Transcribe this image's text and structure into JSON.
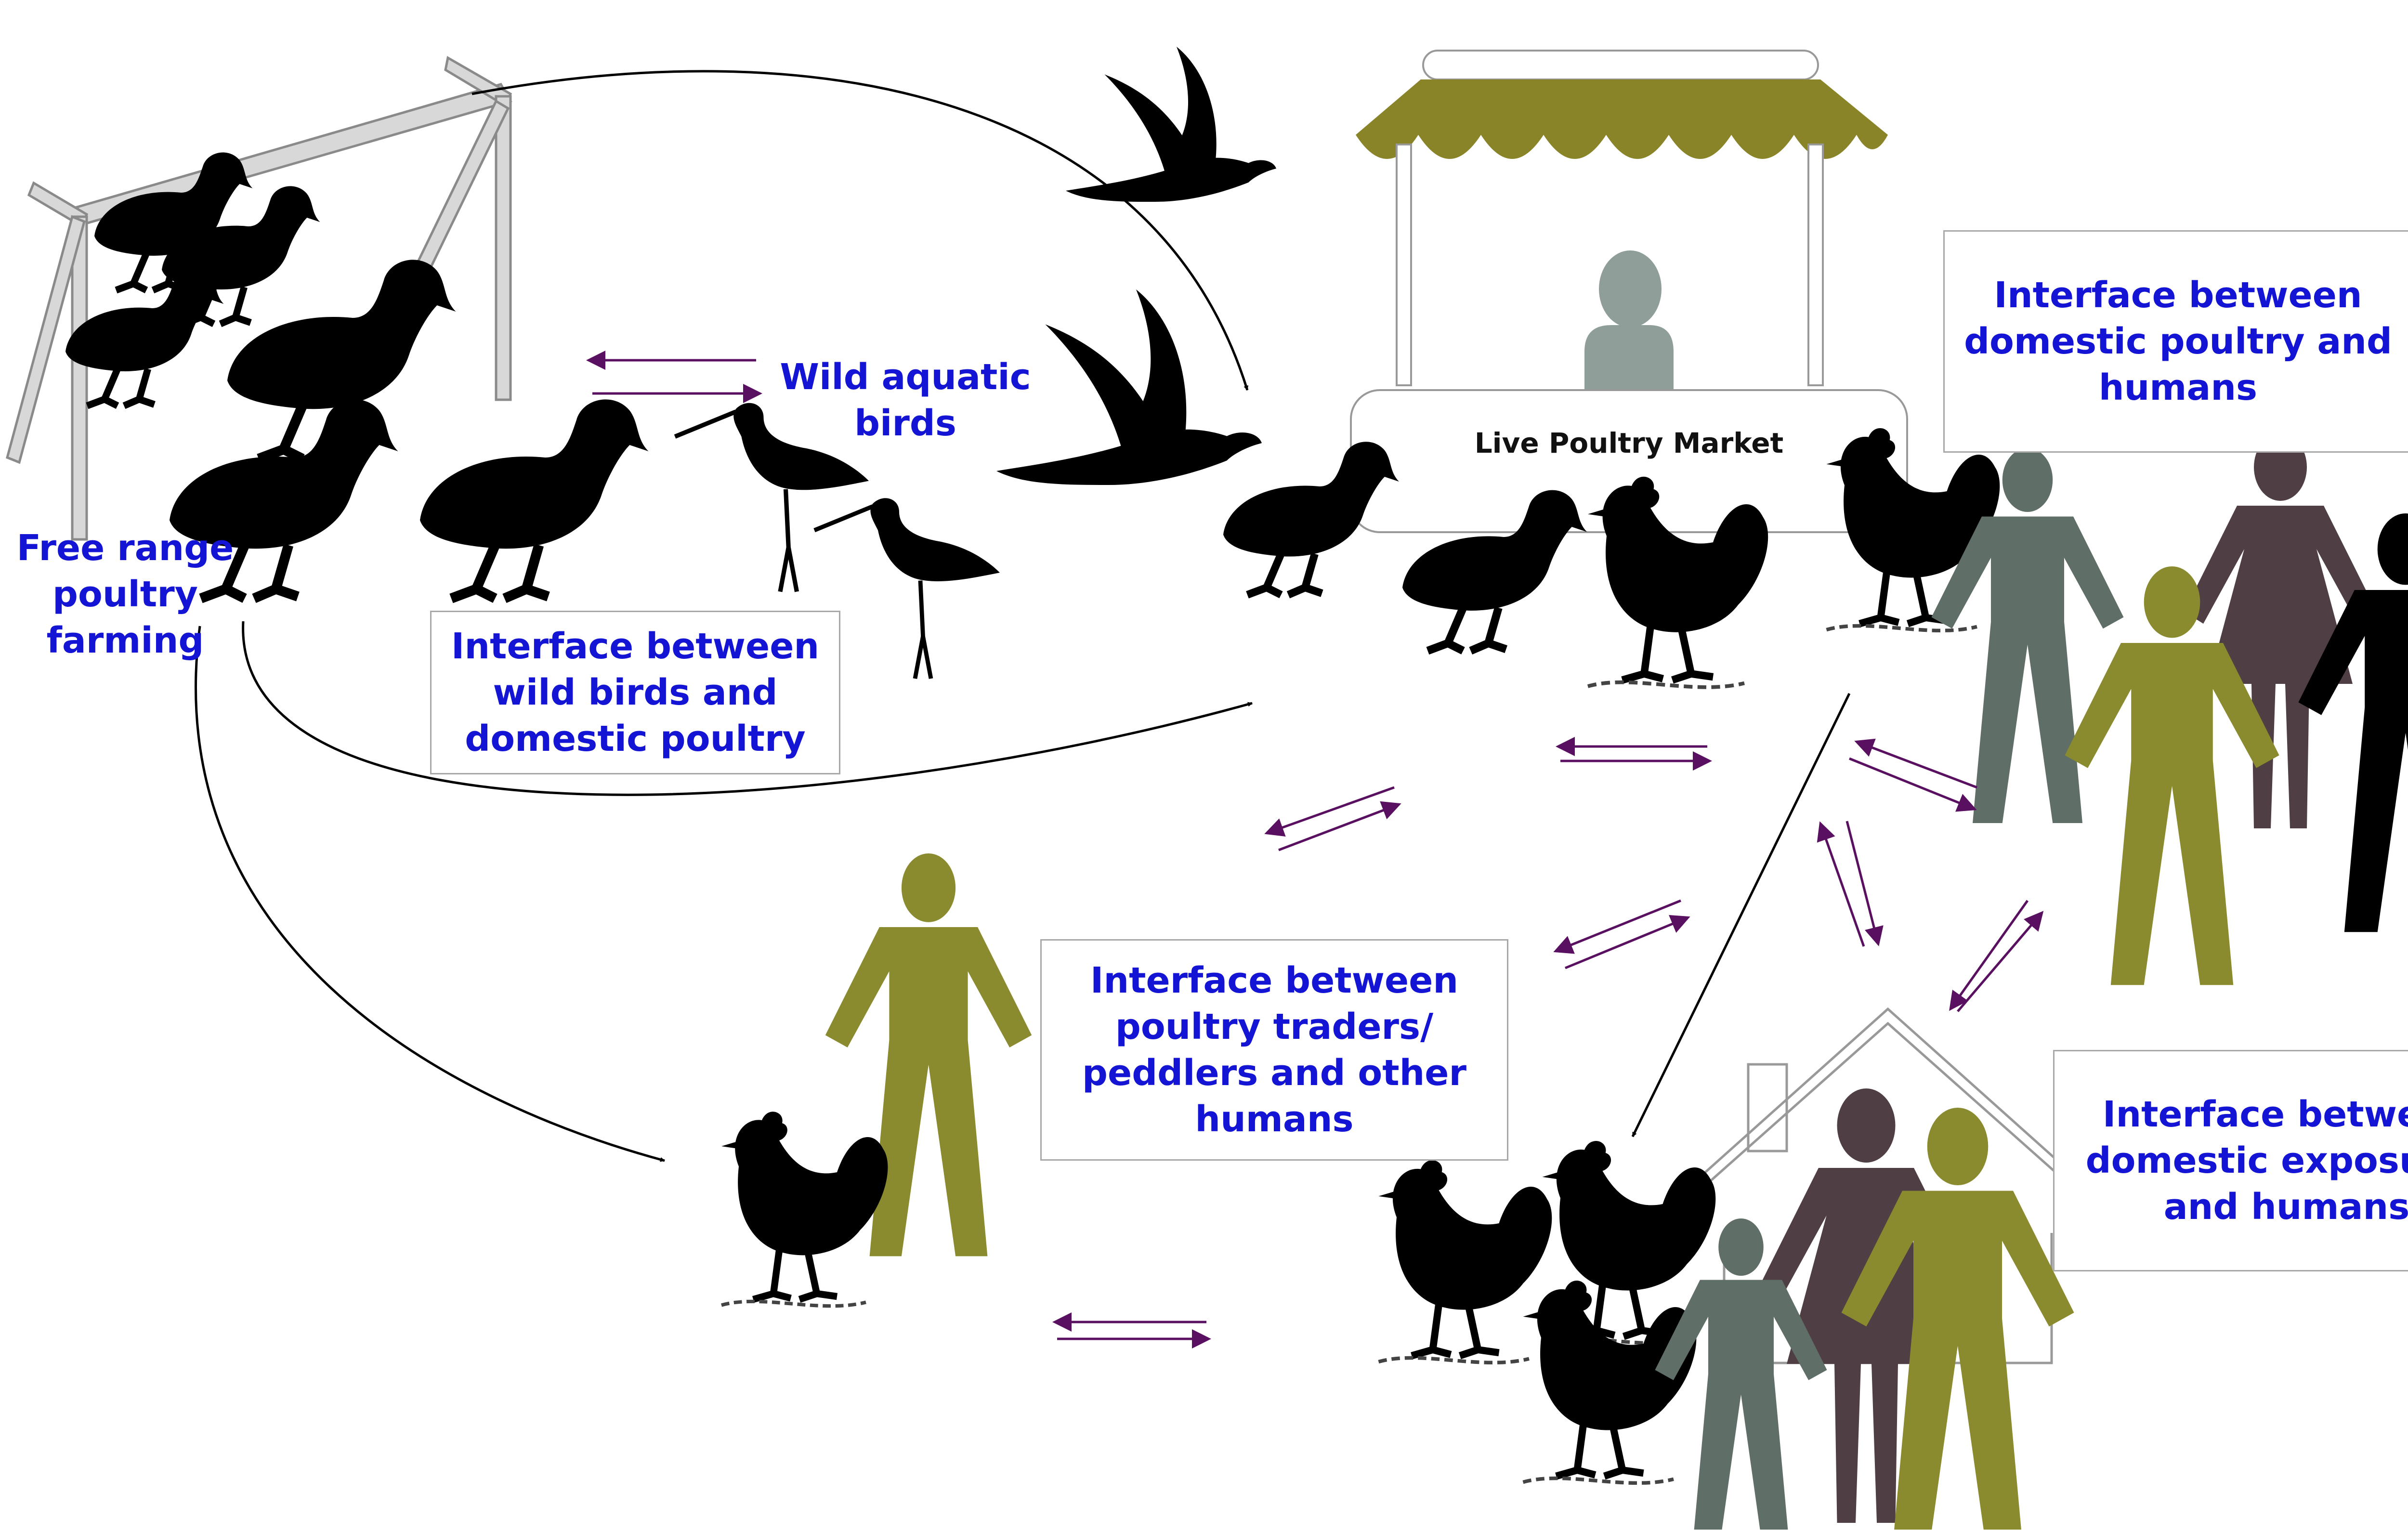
{
  "labels": {
    "free_range": [
      "Free range",
      "poultry",
      "farming"
    ],
    "wild_aquatic": [
      "Wild aquatic",
      "birds"
    ],
    "market": "Live Poultry Market"
  },
  "interfaces": {
    "wild_domestic": [
      "Interface between",
      "wild birds and",
      "domestic poultry"
    ],
    "poultry_humans": [
      "Interface between",
      "domestic poultry and",
      "humans"
    ],
    "traders": [
      "Interface between",
      "poultry traders/",
      "peddlers and other",
      "humans"
    ],
    "domestic_exposures": [
      "Interface between",
      "domestic exposures",
      "and humans"
    ]
  },
  "colors": {
    "label_blue": "#1414d4",
    "olive": "#8a8a2e",
    "grey_green": "#5f6e66",
    "mauve": "#4f3f45",
    "awning": "#8a8428",
    "exchange_arrow": "#5a1060",
    "silhouette": "#000000"
  },
  "icons": [
    "shed-icon",
    "duck-icon",
    "flying-goose-icon",
    "wading-bird-icon",
    "chicken-icon",
    "person-icon",
    "market-stall-icon",
    "house-icon",
    "cane-icon"
  ]
}
